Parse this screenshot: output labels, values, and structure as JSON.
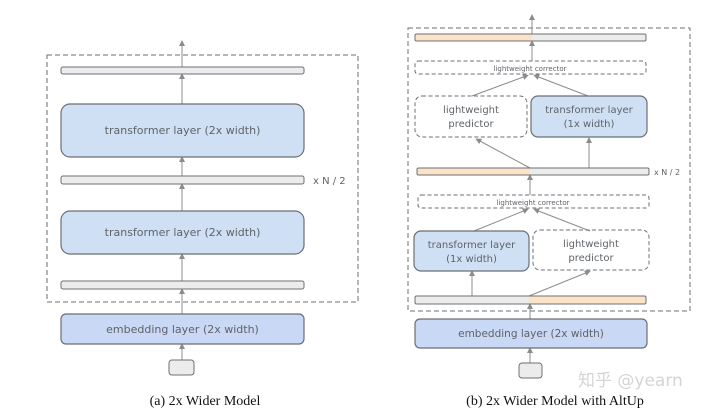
{
  "colors": {
    "layer_fill": "#cfe0f4",
    "layer_stroke": "#6b6f75",
    "bar_fill": "#ececec",
    "bar_highlight": "#fbe3c8",
    "arrow": "#8c8c8c",
    "dashed": "#6b6f75"
  },
  "left": {
    "caption": "(a) 2x Wider Model",
    "top_layer": "transformer layer (2x width)",
    "bottom_layer": "transformer layer (2x width)",
    "embedding": "embedding layer (2x width)",
    "repeat": "x N / 2"
  },
  "right": {
    "caption": "(b) 2x Wider Model with AltUp",
    "upper_corrector": "lightweight corrector",
    "upper_predictor_line1": "lightweight",
    "upper_predictor_line2": "predictor",
    "upper_transformer_line1": "transformer layer",
    "upper_transformer_line2": "(1x width)",
    "lower_corrector": "lightweight corrector",
    "lower_transformer_line1": "transformer layer",
    "lower_transformer_line2": "(1x width)",
    "lower_predictor_line1": "lightweight",
    "lower_predictor_line2": "predictor",
    "embedding": "embedding layer (2x width)",
    "repeat": "x N / 2"
  },
  "watermark": "知乎 @yearn"
}
